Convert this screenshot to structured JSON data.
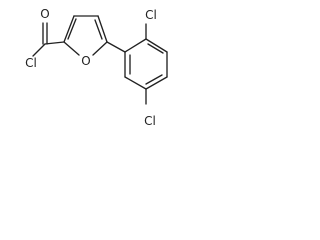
{
  "molecule": {
    "atoms": {
      "acyl_oxygen": "O",
      "acyl_chlorine": "Cl",
      "ring_oxygen": "O",
      "aryl_chlorine_top": "Cl",
      "aryl_chlorine_bottom": "Cl"
    }
  },
  "colors": {
    "bond": "#222222",
    "background": "#ffffff"
  }
}
